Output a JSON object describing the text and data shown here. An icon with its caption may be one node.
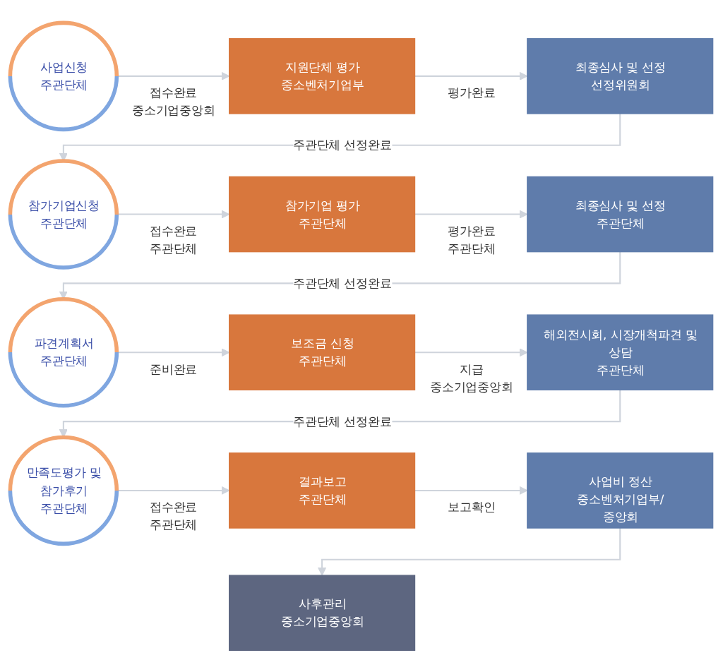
{
  "diagram": {
    "nodes": [
      {
        "text": [
          "사업신청",
          "주관단체"
        ]
      },
      {
        "text": [
          "지원단체 평가",
          "중소벤처기업부"
        ]
      },
      {
        "text": [
          "최종심사 및 선정",
          "선정위원회"
        ]
      },
      {
        "text": [
          "참가기업신청",
          "주관단체"
        ]
      },
      {
        "text": [
          "참가기업 평가",
          "주관단체"
        ]
      },
      {
        "text": [
          "최종심사 및 선정",
          "주관단체"
        ]
      },
      {
        "text": [
          "파견계획서",
          "주관단체"
        ]
      },
      {
        "text": [
          "보조금 신청",
          "주관단체"
        ]
      },
      {
        "text": [
          "해외전시회, 시장개척파견 및 상담",
          "주관단체"
        ]
      },
      {
        "text": [
          "만족도평가 및 참가후기",
          "주관단체"
        ]
      },
      {
        "text": [
          "결과보고",
          "주관단체"
        ]
      },
      {
        "text": [
          "사업비 정산",
          "중소벤처기업부/중앙회"
        ]
      },
      {
        "text": [
          "사후관리",
          "중소기업중앙회"
        ]
      }
    ],
    "edges": [
      {
        "from": 0,
        "to": 1,
        "arrow": "to",
        "label": "접수완료 중소기업중앙회"
      },
      {
        "from": 1,
        "to": 2,
        "arrow": "to",
        "label": "평가완료"
      },
      {
        "from": 2,
        "to": 3,
        "arrow": "to",
        "label": "주관단체 선정완료"
      },
      {
        "from": 3,
        "to": 4,
        "arrow": "to",
        "label": "접수완료 주관단체"
      },
      {
        "from": 4,
        "to": 5,
        "arrow": "to",
        "label": "평가완료 주관단체"
      },
      {
        "from": 5,
        "to": 6,
        "arrow": "to",
        "label": "주관단체 선정완료"
      },
      {
        "from": 6,
        "to": 7,
        "arrow": "to",
        "label": "준비완료"
      },
      {
        "from": 7,
        "to": 8,
        "arrow": "to",
        "label": "지급 중소기업중앙회"
      },
      {
        "from": 8,
        "to": 9,
        "arrow": "to",
        "label": "주관단체 선정완료"
      },
      {
        "from": 9,
        "to": 10,
        "arrow": "to",
        "label": "접수완료 주관단체"
      },
      {
        "from": 10,
        "to": 11,
        "arrow": "to",
        "label": "보고확인"
      },
      {
        "from": 11,
        "to": 12,
        "arrow": "to"
      }
    ]
  }
}
